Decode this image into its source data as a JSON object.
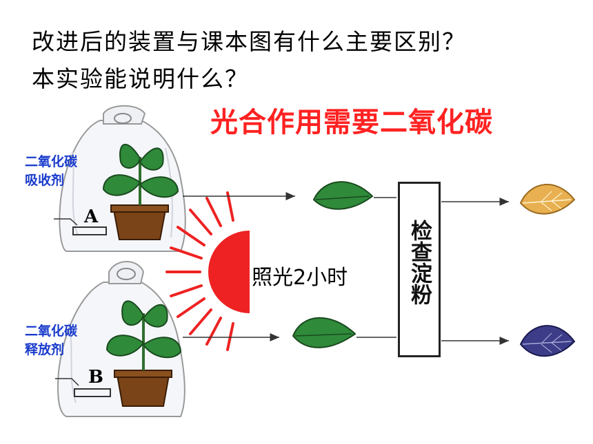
{
  "questions": {
    "line1": "改进后的装置与课本图有什么主要区别？",
    "line2": "本实验能说明什么？"
  },
  "conclusion": "光合作用需要二氧化碳",
  "setup_a": {
    "agent_line1": "二氧化碳",
    "agent_line2": "吸收剂",
    "label": "A"
  },
  "setup_b": {
    "agent_line1": "二氧化碳",
    "agent_line2": "释放剂",
    "label": "B"
  },
  "light_condition": "照光2小时",
  "test_step": "检查淀粉",
  "colors": {
    "conclusion_text": "#ff2222",
    "agent_text": "#1a3ccc",
    "sun": "#ee2222",
    "leaf_green": "#2f8a3a",
    "leaf_result_a": "#e8b050",
    "leaf_result_b": "#3c3c88"
  },
  "icons": [
    "plastic-bag-icon",
    "potted-plant-icon",
    "sun-icon",
    "leaf-icon",
    "arrow-icon"
  ]
}
